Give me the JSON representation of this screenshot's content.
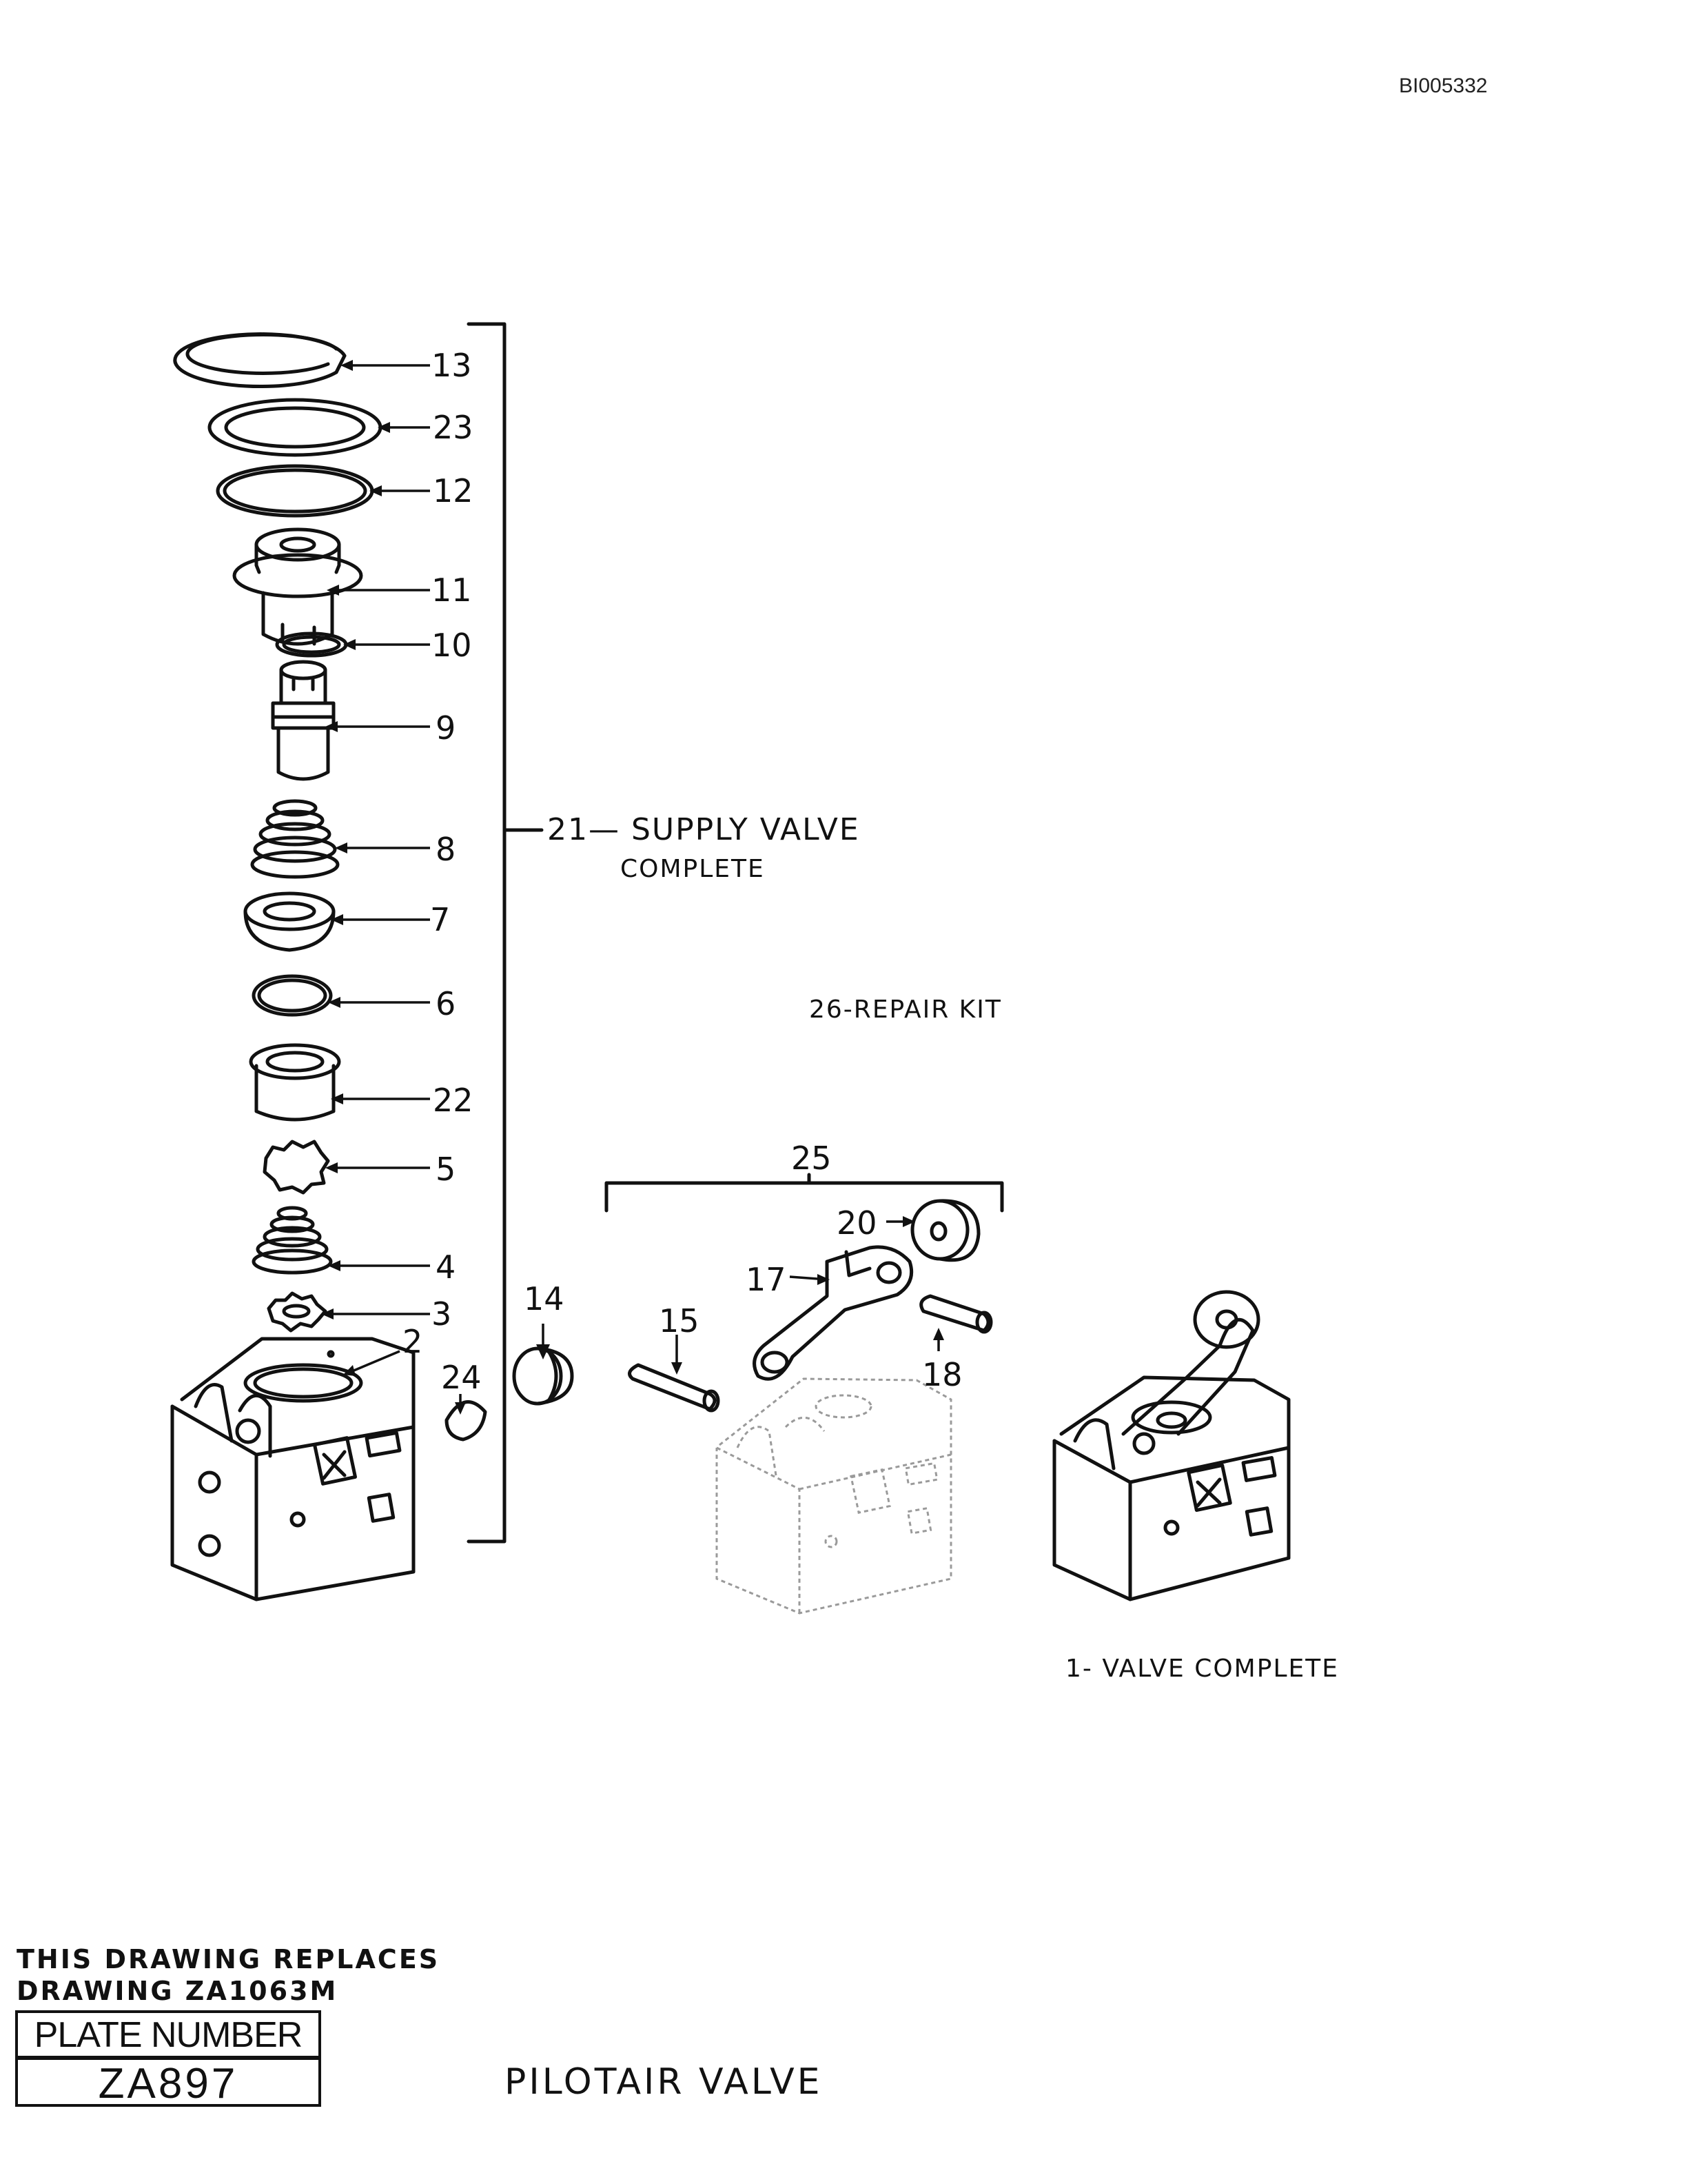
{
  "document_id": "BI005332",
  "callouts": [
    {
      "key": "c13",
      "text": "13"
    },
    {
      "key": "c23",
      "text": "23"
    },
    {
      "key": "c12",
      "text": "12"
    },
    {
      "key": "c11",
      "text": "11"
    },
    {
      "key": "c10",
      "text": "10"
    },
    {
      "key": "c9",
      "text": "9"
    },
    {
      "key": "c8",
      "text": "8"
    },
    {
      "key": "c7",
      "text": "7"
    },
    {
      "key": "c6",
      "text": "6"
    },
    {
      "key": "c22",
      "text": "22"
    },
    {
      "key": "c5",
      "text": "5"
    },
    {
      "key": "c4",
      "text": "4"
    },
    {
      "key": "c3",
      "text": "3"
    },
    {
      "key": "c2",
      "text": "2"
    },
    {
      "key": "c24",
      "text": "24"
    },
    {
      "key": "c14",
      "text": "14"
    },
    {
      "key": "c15",
      "text": "15"
    },
    {
      "key": "c17",
      "text": "17"
    },
    {
      "key": "c18",
      "text": "18"
    },
    {
      "key": "c20",
      "text": "20"
    },
    {
      "key": "c25",
      "text": "25"
    }
  ],
  "labels": {
    "supply_valve_line1": "21— SUPPLY VALVE",
    "supply_valve_line2": "COMPLETE",
    "repair_kit": "26-REPAIR KIT",
    "valve_complete": "1- VALVE COMPLETE"
  },
  "footer": {
    "replaces_line1": "THIS DRAWING REPLACES",
    "replaces_line2": "DRAWING ZA1063M",
    "plate_label": "PLATE NUMBER",
    "plate_number": "ZA897",
    "title": "PILOTAIR VALVE"
  },
  "colors": {
    "ink": "#111111",
    "faint": "#9a9a9a",
    "paper": "#ffffff"
  }
}
